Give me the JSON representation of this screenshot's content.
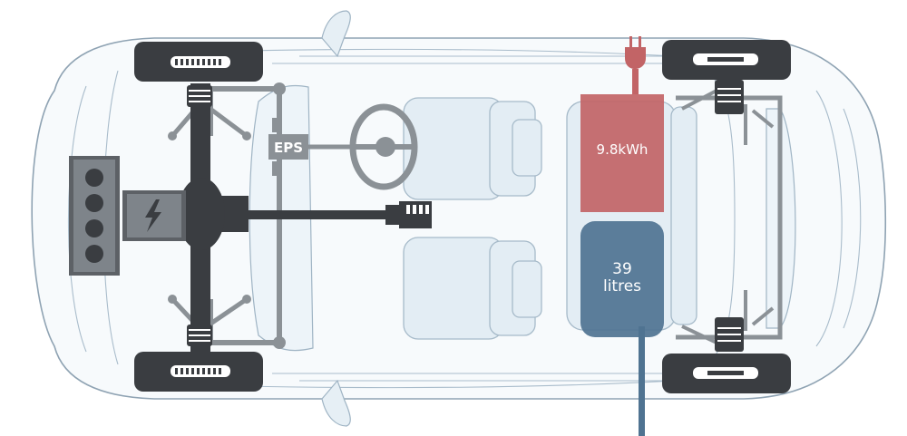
{
  "labels": {
    "eps": "EPS",
    "battery_capacity": "9.8kWh",
    "fuel_amount": "39",
    "fuel_unit": "litres"
  },
  "colors": {
    "battery": "#c26466",
    "fuel_tank": "#4f7391",
    "fuel_line": "#4f7391",
    "drivetrain": "#3a3d41",
    "suspension": "#8b9196",
    "body_outline": "#8fa3b3",
    "glass": "#e6eff5"
  },
  "icons": {
    "motor": "lightning-bolt-icon",
    "charging_plug": "plug-icon",
    "steering_wheel": "steering-wheel-icon"
  }
}
